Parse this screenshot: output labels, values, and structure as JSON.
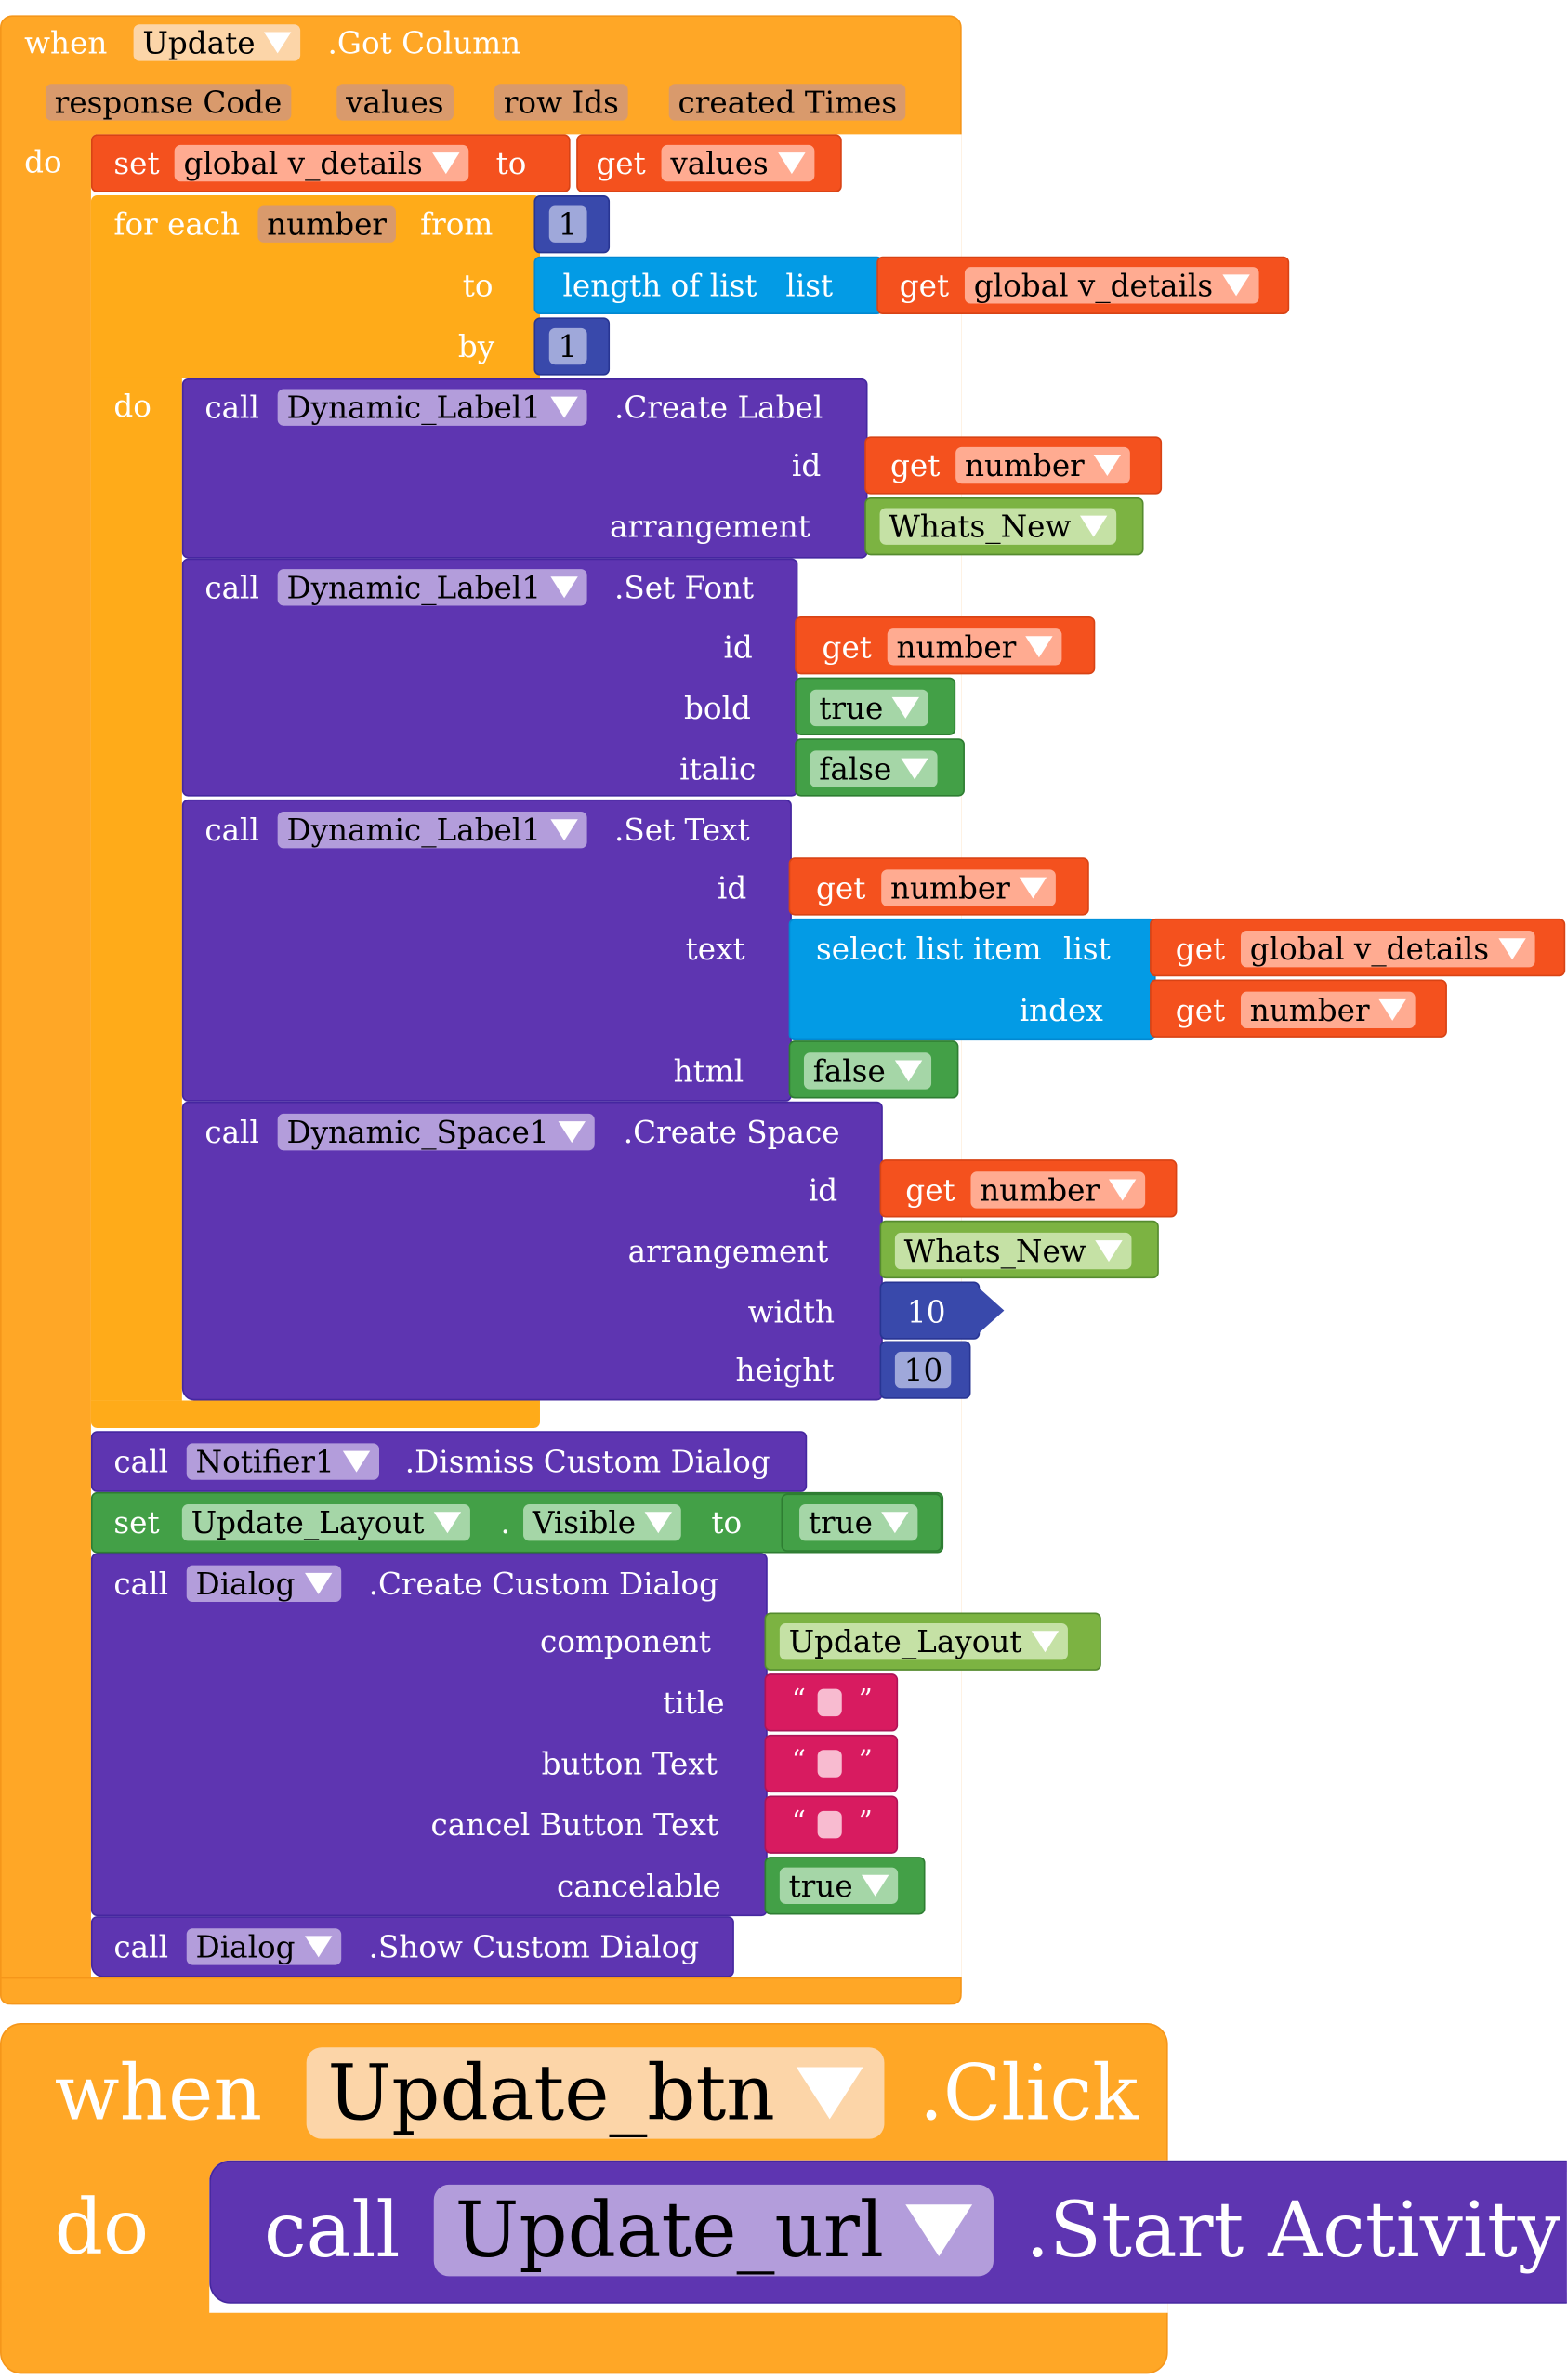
{
  "event1": {
    "when_label": "when",
    "component": "Update",
    "event": ".Got Column",
    "params": [
      "response Code",
      "values",
      "row Ids",
      "created Times"
    ],
    "do_label": "do"
  },
  "set_var": {
    "set_label": "set",
    "var": "global v_details",
    "to_label": "to",
    "get_label": "get",
    "value": "values"
  },
  "for_each": {
    "label": "for each",
    "var": "number",
    "from_label": "from",
    "from_value": "1",
    "to_label": "to",
    "length_label": "length of list",
    "list_label": "list",
    "get_label": "get",
    "list_var": "global v_details",
    "by_label": "by",
    "by_value": "1",
    "do_label": "do"
  },
  "create_label": {
    "call": "call",
    "component": "Dynamic_Label1",
    "method": ".Create Label",
    "id_label": "id",
    "get_label": "get",
    "id_var": "number",
    "arr_label": "arrangement",
    "arr_value": "Whats_New"
  },
  "set_font": {
    "call": "call",
    "component": "Dynamic_Label1",
    "method": ".Set Font",
    "id_label": "id",
    "get_label": "get",
    "id_var": "number",
    "bold_label": "bold",
    "bold_value": "true",
    "italic_label": "italic",
    "italic_value": "false"
  },
  "set_text": {
    "call": "call",
    "component": "Dynamic_Label1",
    "method": ".Set Text",
    "id_label": "id",
    "get_label": "get",
    "id_var": "number",
    "text_label": "text",
    "select_label": "select list item",
    "list_label": "list",
    "list_var": "global v_details",
    "index_label": "index",
    "index_var": "number",
    "html_label": "html",
    "html_value": "false"
  },
  "create_space": {
    "call": "call",
    "component": "Dynamic_Space1",
    "method": ".Create Space",
    "id_label": "id",
    "get_label": "get",
    "id_var": "number",
    "arr_label": "arrangement",
    "arr_value": "Whats_New",
    "width_label": "width",
    "width_value": "10",
    "height_label": "height",
    "height_value": "10"
  },
  "dismiss": {
    "call": "call",
    "component": "Notifier1",
    "method": ".Dismiss Custom Dialog"
  },
  "set_visible": {
    "set_label": "set",
    "component": "Update_Layout",
    "dot": ".",
    "property": "Visible",
    "to_label": "to",
    "value": "true"
  },
  "create_dialog": {
    "call": "call",
    "component": "Dialog",
    "method": ".Create Custom Dialog",
    "component_label": "component",
    "component_value": "Update_Layout",
    "title_label": "title",
    "button_text_label": "button Text",
    "cancel_text_label": "cancel Button Text",
    "cancelable_label": "cancelable",
    "cancelable_value": "true",
    "open_quote": "“",
    "close_quote": "”"
  },
  "show_dialog": {
    "call": "call",
    "component": "Dialog",
    "method": ".Show Custom Dialog"
  },
  "event2": {
    "when_label": "when",
    "component": "Update_btn",
    "event": ".Click",
    "do_label": "do",
    "call": "call",
    "target": "Update_url",
    "method": ".Start Activity"
  },
  "colors": {
    "event": "#ffa726",
    "procedure": "#5e35b1",
    "variable": "#f4511e",
    "list": "#039be5",
    "math": "#3949ab",
    "logic": "#43a047",
    "component": "#7cb342",
    "text": "#d81b60"
  }
}
